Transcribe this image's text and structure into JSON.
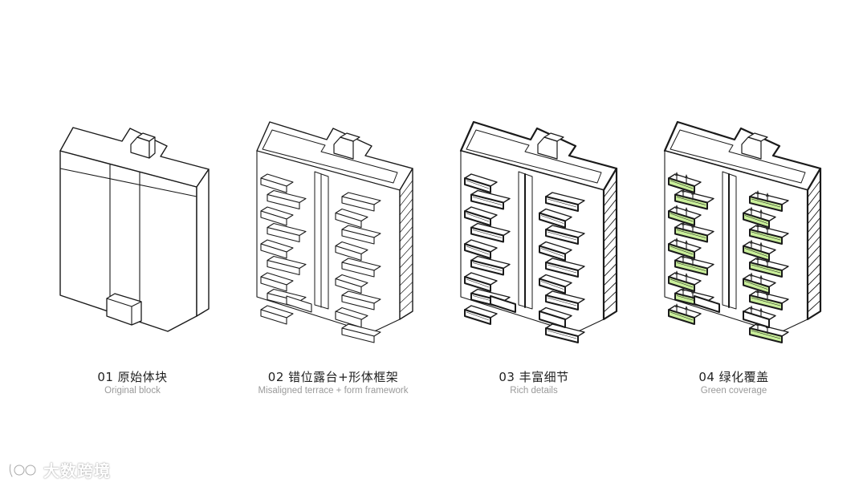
{
  "stages": [
    {
      "title": "01 原始体块",
      "subtitle": "Original block"
    },
    {
      "title": "02 错位露台+形体框架",
      "subtitle": "Misaligned terrace + form framework"
    },
    {
      "title": "03 丰富细节",
      "subtitle": "Rich details"
    },
    {
      "title": "04 绿化覆盖",
      "subtitle": "Green coverage"
    }
  ],
  "colors": {
    "line": "#1a1a1a",
    "fill": "#ffffff",
    "green": "#c9ef9a",
    "tree": "#2b2b2b"
  },
  "watermark": {
    "text": "大数跨境",
    "icon": "brand-logo-icon"
  }
}
